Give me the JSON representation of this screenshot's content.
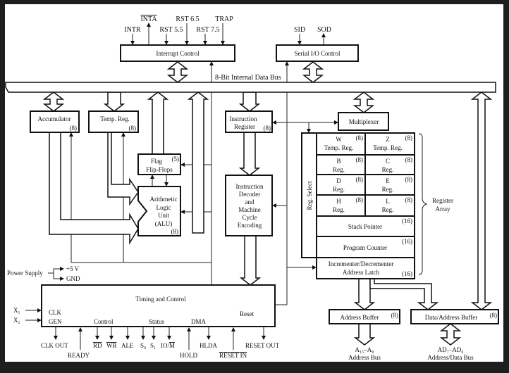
{
  "interrupt_control": {
    "label": "Interrupt Control",
    "signals": {
      "intr": "INTR",
      "inta": "INTA",
      "rst55": "RST 5.5",
      "rst65": "RST 6.5",
      "rst75": "RST 7.5",
      "trap": "TRAP"
    }
  },
  "serial_io": {
    "label": "Serial I/O Control",
    "sid": "SID",
    "sod": "SOD"
  },
  "bus": {
    "label": "8-Bit Internal Data Bus"
  },
  "accumulator": {
    "label": "Accumulator",
    "bits": "(8)"
  },
  "temp_reg": {
    "label": "Temp. Reg.",
    "bits": "(8)"
  },
  "flag": {
    "line1": "Flag",
    "line2": "Flip-Flops",
    "bits": "(5)"
  },
  "alu": {
    "line1": "Arithmetic",
    "line2": "Logic",
    "line3": "Unit",
    "line4": "(ALU)",
    "bits": "(8)"
  },
  "instruction_register": {
    "line1": "Instruction",
    "line2": "Register",
    "bits": "(8)"
  },
  "decoder": {
    "line1": "Instruction",
    "line2": "Decoder",
    "line3": "and",
    "line4": "Machine",
    "line5": "Cycle",
    "line6": "Encoding"
  },
  "multiplexer": {
    "label": "Multiplexer"
  },
  "register_array": {
    "label_line1": "Register",
    "label_line2": "Array",
    "reg_select": "Reg. Select",
    "pairs": [
      {
        "left": "W",
        "left_sub": "Temp. Reg.",
        "right": "Z",
        "right_sub": "Temp. Reg.",
        "bits": "(8)"
      },
      {
        "left": "B",
        "left_sub": "Reg.",
        "right": "C",
        "right_sub": "Reg.",
        "bits": "(8)"
      },
      {
        "left": "D",
        "left_sub": "Reg.",
        "right": "E",
        "right_sub": "Reg.",
        "bits": "(8)"
      },
      {
        "left": "H",
        "left_sub": "Reg.",
        "right": "L",
        "right_sub": "Reg.",
        "bits": "(8)"
      }
    ],
    "stack_pointer": "Stack Pointer",
    "program_counter": "Program Counter",
    "incdec_line1": "Incrementer/Decrementer",
    "incdec_line2": "Address Latch",
    "bits16": "(16)"
  },
  "address_buffer": {
    "label": "Address Buffer",
    "bits": "(8)",
    "bus_line1": "A₁₅–A₈",
    "bus_line2": "Address Bus"
  },
  "data_address_buffer": {
    "label": "Data/Address Buffer",
    "bits": "(8)",
    "bus_line1": "AD₇–AD₀",
    "bus_line2": "Address/Data Bus"
  },
  "power": {
    "label": "Power Supply",
    "v5": "+5 V",
    "gnd": "GND"
  },
  "timing": {
    "label": "Timing and Control",
    "x1": "X₁",
    "x2": "X₂",
    "clk": "CLK",
    "gen": "GEN",
    "control": "Control",
    "status": "Status",
    "dma": "DMA",
    "reset": "Reset",
    "signals": {
      "clk_out": "CLK OUT",
      "ready": "READY",
      "rd": "RD",
      "wr": "WR",
      "ale": "ALE",
      "s0": "S₀",
      "s1": "S₁",
      "io": "IO/",
      "m": "M",
      "hold": "HOLD",
      "hlda": "HLDA",
      "reset_in": "RESET IN",
      "reset_out": "RESET OUT"
    }
  }
}
